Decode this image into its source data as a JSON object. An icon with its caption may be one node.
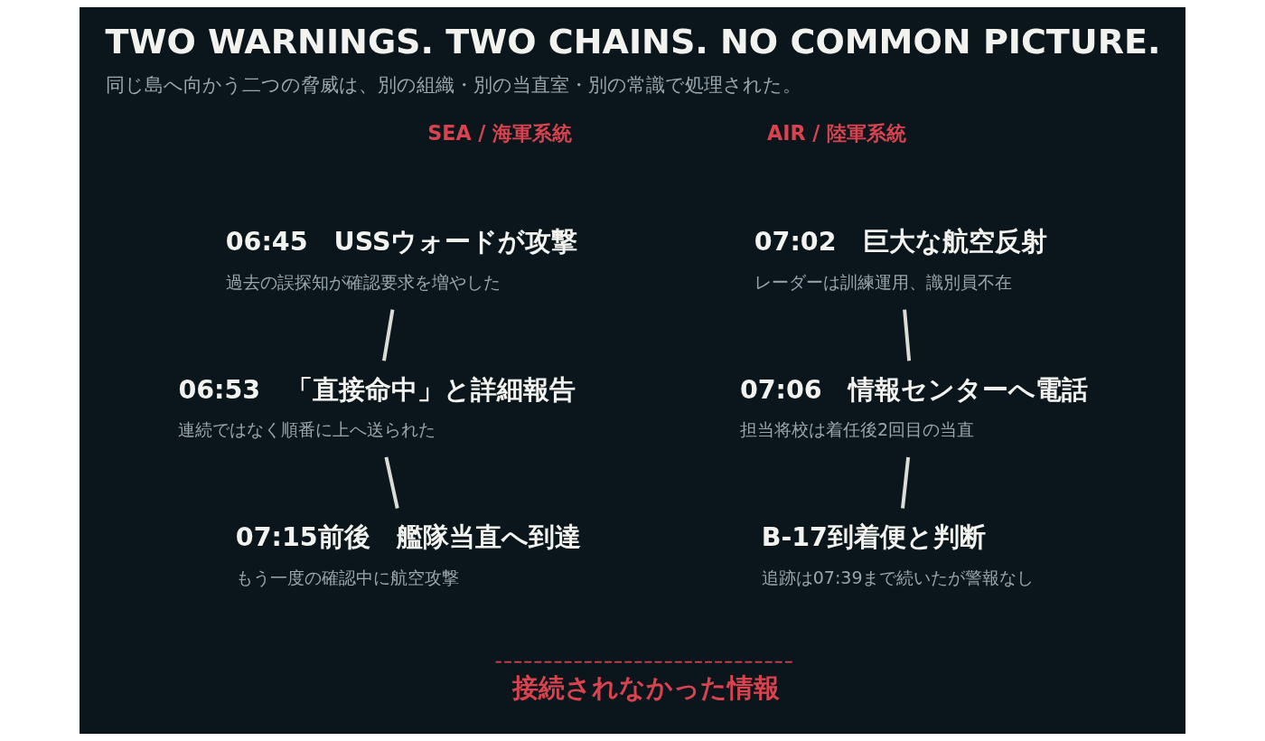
{
  "diagram": {
    "title": "TWO WARNINGS. TWO CHAINS. NO COMMON PICTURE.",
    "caption": "同じ島へ向かう二つの脅威は、別の組織・別の当直室・別の常識で処理された。",
    "nodes": [
      {
        "text": [
          "06:45　USSウォードが攻撃",
          "過去の誤探知が確認要求を増やした"
        ]
      },
      {
        "text": [
          "06:53　「直接命中」と詳細報告",
          "連続ではなく順番に上へ送られた"
        ]
      },
      {
        "text": [
          "07:15前後　艦隊当直へ到達",
          "もう一度の確認中に航空攻撃"
        ]
      },
      {
        "text": [
          "07:02　巨大な航空反射",
          "レーダーは訓練運用、識別員不在"
        ]
      },
      {
        "text": [
          "07:06　情報センターへ電話",
          "担当将校は着任後2回目の当直"
        ]
      },
      {
        "text": [
          "B-17到着便と判断",
          "追跡は07:39まで続いたが警報なし"
        ]
      }
    ],
    "edges": [
      {
        "from": 0,
        "to": 1,
        "arrow": "none"
      },
      {
        "from": 1,
        "to": 2,
        "arrow": "none"
      },
      {
        "from": 3,
        "to": 4,
        "arrow": "none"
      },
      {
        "from": 4,
        "to": 5,
        "arrow": "none"
      }
    ],
    "labels": [
      "SEA / 海軍系統",
      "AIR / 陸軍系統",
      "接続されなかった情報"
    ]
  }
}
